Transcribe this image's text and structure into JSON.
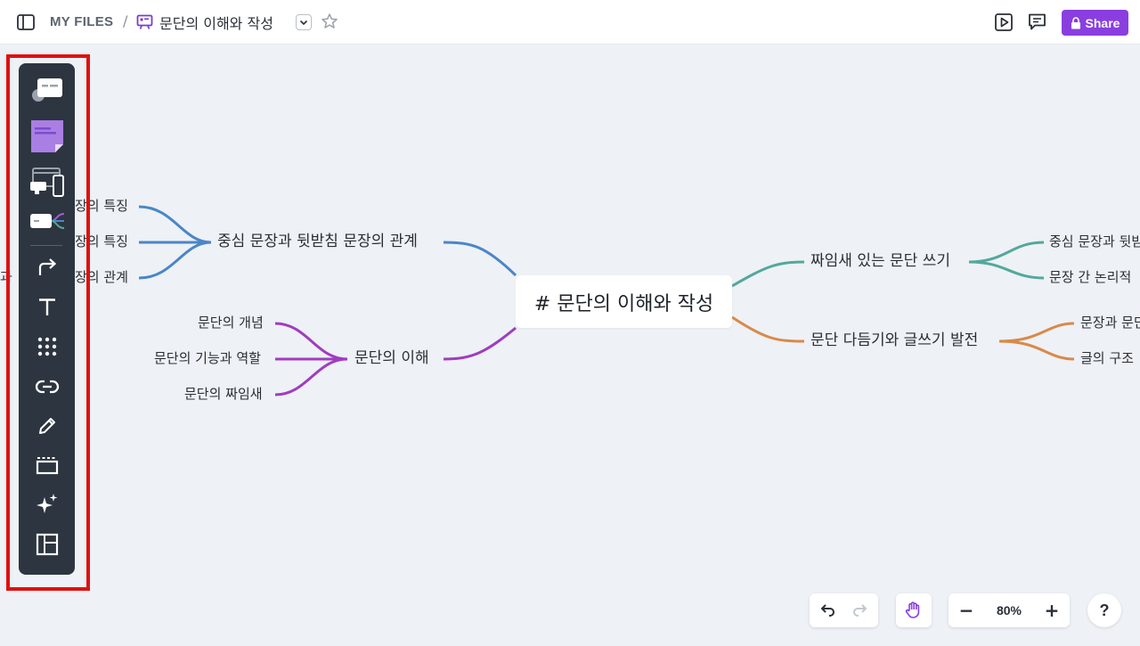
{
  "header": {
    "breadcrumb_root": "MY FILES",
    "breadcrumb_separator": "/",
    "file_title": "문단의 이해와 작성",
    "share_label": "Share"
  },
  "toolbar": {
    "tools": [
      {
        "icon": "comment-card-icon"
      },
      {
        "icon": "sticky-note-icon"
      },
      {
        "icon": "device-frames-icon"
      },
      {
        "icon": "mind-map-icon"
      },
      {
        "icon": "connector-arrow-icon"
      },
      {
        "icon": "text-tool-icon"
      },
      {
        "icon": "grid-apps-icon"
      },
      {
        "icon": "link-icon"
      },
      {
        "icon": "pen-icon"
      },
      {
        "icon": "frame-icon"
      },
      {
        "icon": "ai-sparkle-icon"
      },
      {
        "icon": "layout-template-icon"
      }
    ]
  },
  "mindmap": {
    "root": "# 문단의 이해와 작성",
    "left_branches": [
      {
        "label": "중심 문장과 뒷받침 문장의 관계",
        "color": "#4a86c8",
        "children": [
          "장의 특징",
          "장의 특징",
          "장의 관계"
        ],
        "clipped_prefix": "과"
      },
      {
        "label": "문단의 이해",
        "color": "#a03cc0",
        "children": [
          "문단의 개념",
          "문단의 기능과 역할",
          "문단의 짜임새"
        ]
      }
    ],
    "right_branches": [
      {
        "label": "짜임새 있는 문단 쓰기",
        "color": "#52a89c",
        "children": [
          "중심 문장과 뒷받",
          "문장 간 논리적"
        ]
      },
      {
        "label": "문단 다듬기와 글쓰기 발전",
        "color": "#d9894a",
        "children": [
          "문장과 문단",
          "글의 구조"
        ]
      }
    ]
  },
  "controls": {
    "zoom_level": "80%",
    "zoom_out_label": "−",
    "zoom_in_label": "+",
    "help_label": "?"
  },
  "colors": {
    "accent": "#8a3ee0",
    "toolbar_bg": "#2d3540",
    "highlight": "#e01010"
  }
}
